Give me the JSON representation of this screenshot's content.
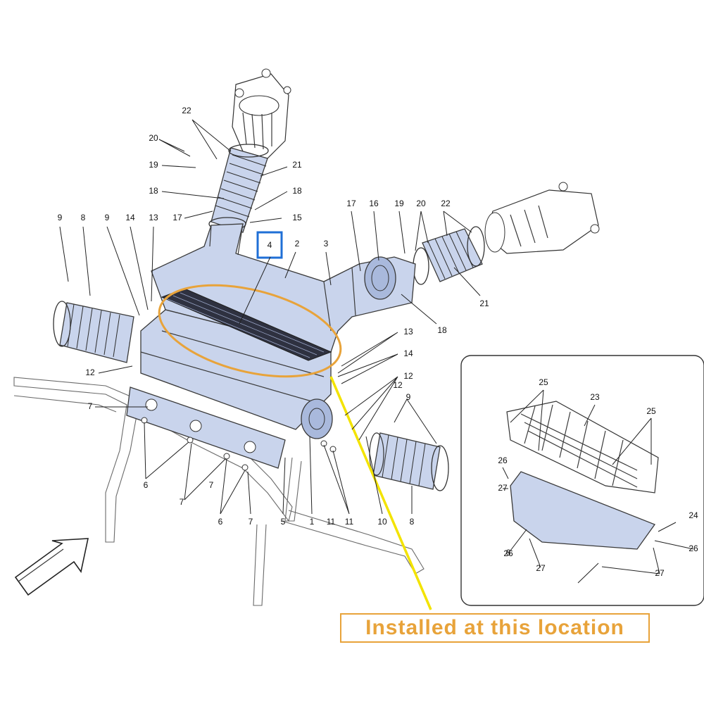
{
  "caption": "Installed at this location",
  "highlight_part_number": "4",
  "colors": {
    "part_fill": "#c9d4ec",
    "highlight_ellipse": "#e8a33a",
    "highlight_box": "#1f6fd6",
    "pointer_line": "#f3e300",
    "caption": "#e8a33a"
  },
  "callouts": [
    "1",
    "2",
    "3",
    "4",
    "5",
    "6",
    "6",
    "6",
    "7",
    "7",
    "7",
    "7",
    "8",
    "8",
    "9",
    "9",
    "9",
    "10",
    "11",
    "11",
    "12",
    "12",
    "12",
    "13",
    "13",
    "14",
    "14",
    "15",
    "16",
    "17",
    "17",
    "18",
    "18",
    "18",
    "19",
    "19",
    "20",
    "20",
    "21",
    "21",
    "22",
    "22",
    "23",
    "24",
    "25",
    "25",
    "26",
    "26",
    "26",
    "27",
    "27",
    "27"
  ]
}
